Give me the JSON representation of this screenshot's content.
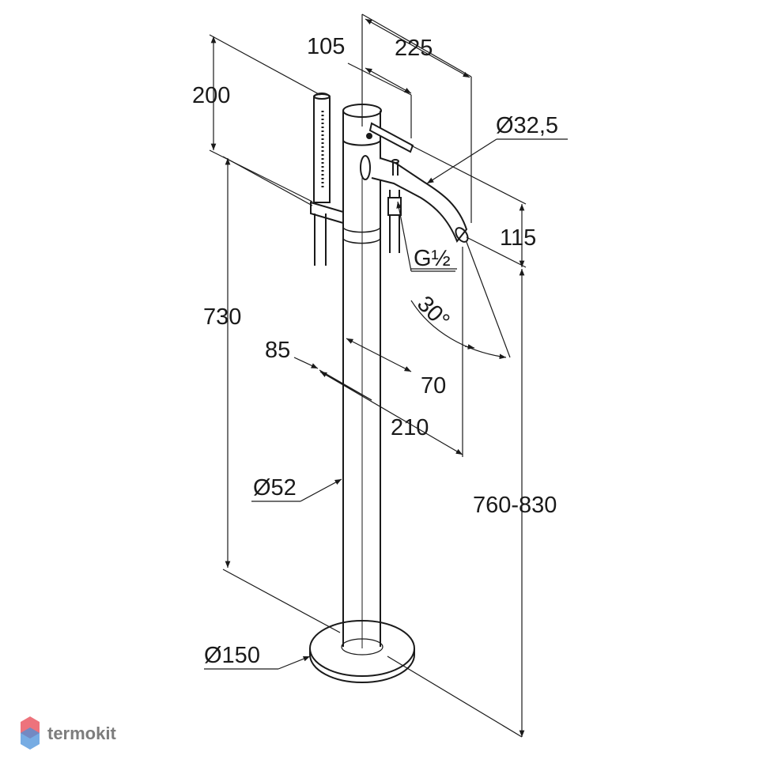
{
  "dimensions": {
    "d105": "105",
    "d225": "225",
    "d200": "200",
    "d_32_5": "Ø32,5",
    "d115": "115",
    "thread": "G½",
    "angle": "30°",
    "d730": "730",
    "d85": "85",
    "d70": "70",
    "d210": "210",
    "d_52": "Ø52",
    "d760_830": "760-830",
    "d_150": "Ø150"
  },
  "watermark": {
    "text": "termokit",
    "logo_colors": [
      "#e8505b",
      "#4a90d9"
    ]
  }
}
